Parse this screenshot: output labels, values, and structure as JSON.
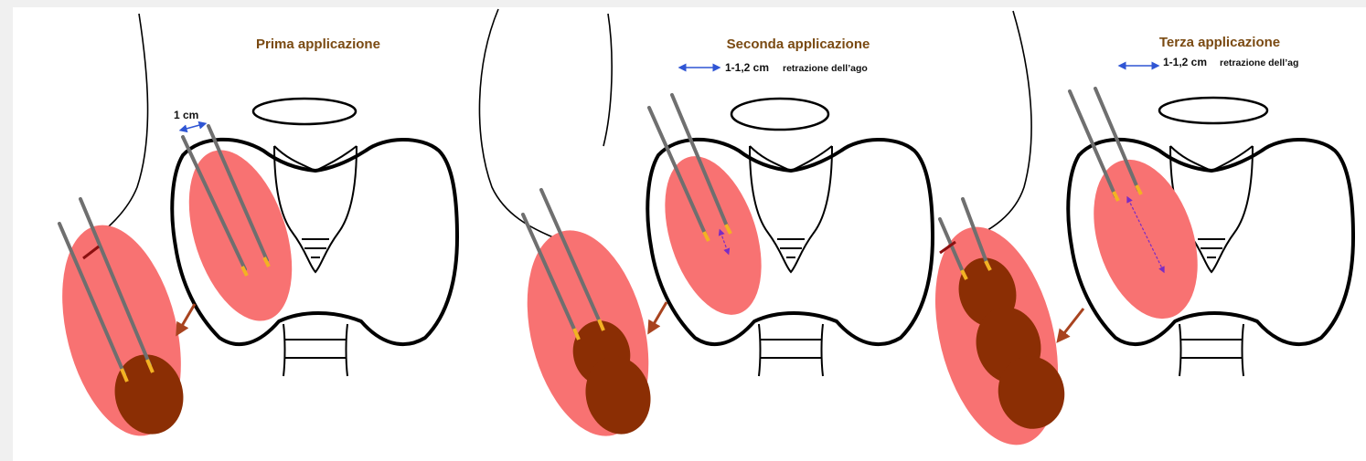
{
  "panels": [
    {
      "title": "Prima applicazione",
      "spacing_label": "1 cm"
    },
    {
      "title": "Seconda applicazione",
      "retraction_amount": "1-1,2 cm",
      "retraction_text": "retrazione dell’ago"
    },
    {
      "title": "Terza applicazione",
      "retraction_amount": "1-1,2 cm",
      "retraction_text": "retrazione dell’ag"
    }
  ],
  "colors": {
    "nodule": "#f87272",
    "ablated_zone": "#8b2e04",
    "needle": "#6f6f6f",
    "needle_tip": "#f3b223",
    "title_text": "#7a4a12",
    "distance_arrow": "#2f55d4",
    "pointer_arrow": "#a8431f"
  }
}
